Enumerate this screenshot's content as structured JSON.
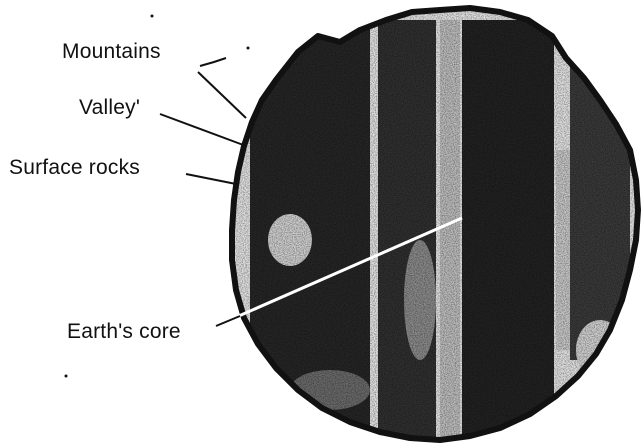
{
  "labels": {
    "mountains": "Mountains",
    "valley": "Valley'",
    "surface_rocks": "Surface rocks",
    "earths_core": "Earth's core"
  },
  "colors": {
    "ink": "#111111",
    "paper": "#ffffff",
    "interior_dark": "#2b2b2b",
    "interior_light": "#d9d9d9"
  }
}
